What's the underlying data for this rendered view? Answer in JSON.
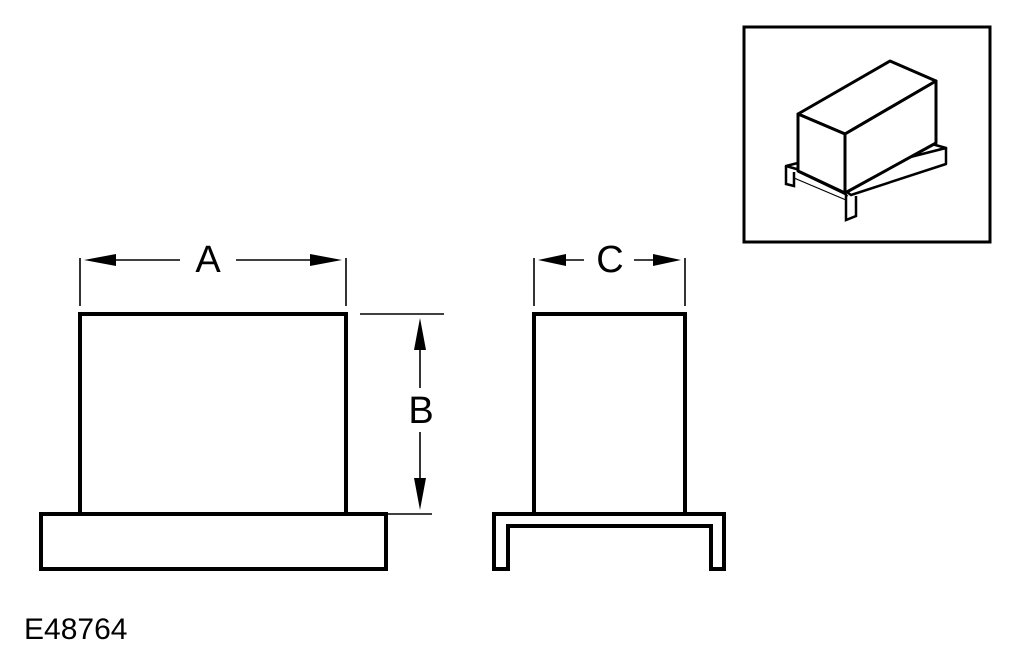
{
  "labels": {
    "dim_a": "A",
    "dim_b": "B",
    "dim_c": "C"
  },
  "figure_id": "E48764",
  "inset": {
    "icon": "relay-isometric-icon"
  }
}
